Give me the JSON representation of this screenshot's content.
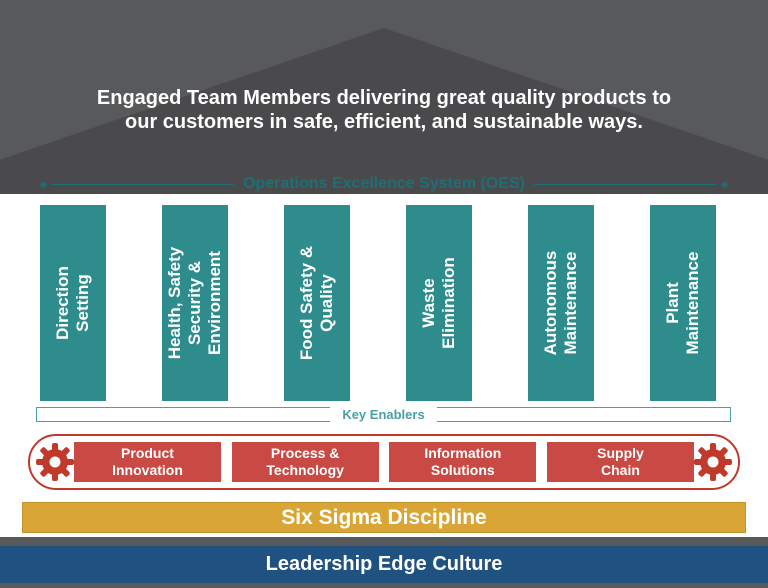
{
  "colors": {
    "background_gray": "#58595B",
    "roof_gray": "#4A4A4D",
    "teal": "#2E8C8C",
    "teal_dark": "#1D6F76",
    "teal_light": "#4AA0A2",
    "red_outline": "#C0392B",
    "red_box": "#C94A44",
    "gold": "#D9A636",
    "blue": "#1F5280",
    "white": "#FFFFFF"
  },
  "roof": {
    "message": "Engaged Team Members delivering great quality products to our customers in safe, efficient, and sustainable ways."
  },
  "oes_banner": {
    "label": "Operations Excellence System (OES)"
  },
  "icons": {
    "diamond_glyph": "◆",
    "gear": "gear-icon"
  },
  "pillars": [
    {
      "label": "Direction\nSetting"
    },
    {
      "label": "Health, Safety\nSecurity &\nEnvironment"
    },
    {
      "label": "Food Safety &\nQuality"
    },
    {
      "label": "Waste\nElimination"
    },
    {
      "label": "Autonomous\nMaintenance"
    },
    {
      "label": "Plant\nMaintenance"
    }
  ],
  "key_enablers": {
    "title": "Key Enablers",
    "items": [
      {
        "label": "Product\nInnovation"
      },
      {
        "label": "Process &\nTechnology"
      },
      {
        "label": "Information\nSolutions"
      },
      {
        "label": "Supply\nChain"
      }
    ]
  },
  "six_sigma": {
    "label": "Six Sigma Discipline"
  },
  "leadership": {
    "label": "Leadership Edge Culture"
  }
}
